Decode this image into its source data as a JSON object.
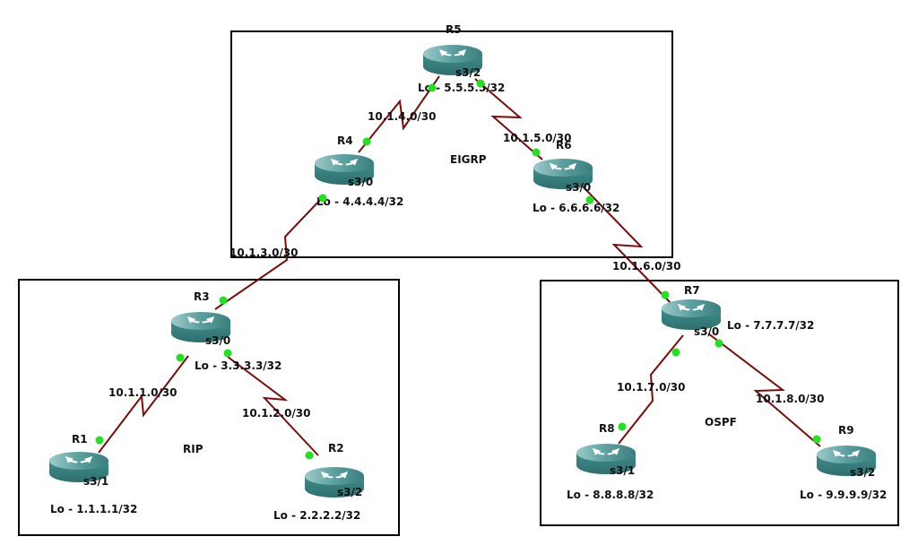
{
  "areas": [
    {
      "id": "eigrp",
      "label": "EIGRP"
    },
    {
      "id": "rip",
      "label": "RIP"
    },
    {
      "id": "ospf",
      "label": "OSPF"
    }
  ],
  "routers": [
    {
      "id": "R1",
      "name": "R1",
      "interface": "s3/1",
      "loopback": "Lo - 1.1.1.1/32"
    },
    {
      "id": "R2",
      "name": "R2",
      "interface": "s3/2",
      "loopback": "Lo - 2.2.2.2/32"
    },
    {
      "id": "R3",
      "name": "R3",
      "interface": "s3/0",
      "loopback": "Lo - 3.3.3.3/32"
    },
    {
      "id": "R4",
      "name": "R4",
      "interface": "s3/0",
      "loopback": "Lo - 4.4.4.4/32"
    },
    {
      "id": "R5",
      "name": "R5",
      "interface": "s3/2",
      "loopback": "Lo - 5.5.5.5/32"
    },
    {
      "id": "R6",
      "name": "R6",
      "interface": "s3/0",
      "loopback": "Lo - 6.6.6.6/32"
    },
    {
      "id": "R7",
      "name": "R7",
      "interface": "s3/0",
      "loopback": "Lo - 7.7.7.7/32"
    },
    {
      "id": "R8",
      "name": "R8",
      "interface": "s3/1",
      "loopback": "Lo - 8.8.8.8/32"
    },
    {
      "id": "R9",
      "name": "R9",
      "interface": "s3/2",
      "loopback": "Lo - 9.9.9.9/32"
    }
  ],
  "links": [
    {
      "from": "R3",
      "to": "R1",
      "subnet": "10.1.1.0/30"
    },
    {
      "from": "R3",
      "to": "R2",
      "subnet": "10.1.2.0/30"
    },
    {
      "from": "R4",
      "to": "R3",
      "subnet": "10.1.3.0/30"
    },
    {
      "from": "R5",
      "to": "R4",
      "subnet": "10.1.4.0/30"
    },
    {
      "from": "R5",
      "to": "R6",
      "subnet": "10.1.5.0/30"
    },
    {
      "from": "R6",
      "to": "R7",
      "subnet": "10.1.6.0/30"
    },
    {
      "from": "R7",
      "to": "R8",
      "subnet": "10.1.7.0/30"
    },
    {
      "from": "R7",
      "to": "R9",
      "subnet": "10.1.8.0/30"
    }
  ],
  "colors": {
    "link": "#7a0c0c",
    "port_up": "#22e022",
    "router_body": "#3f8a8a",
    "router_top": "#5fa8a8"
  }
}
